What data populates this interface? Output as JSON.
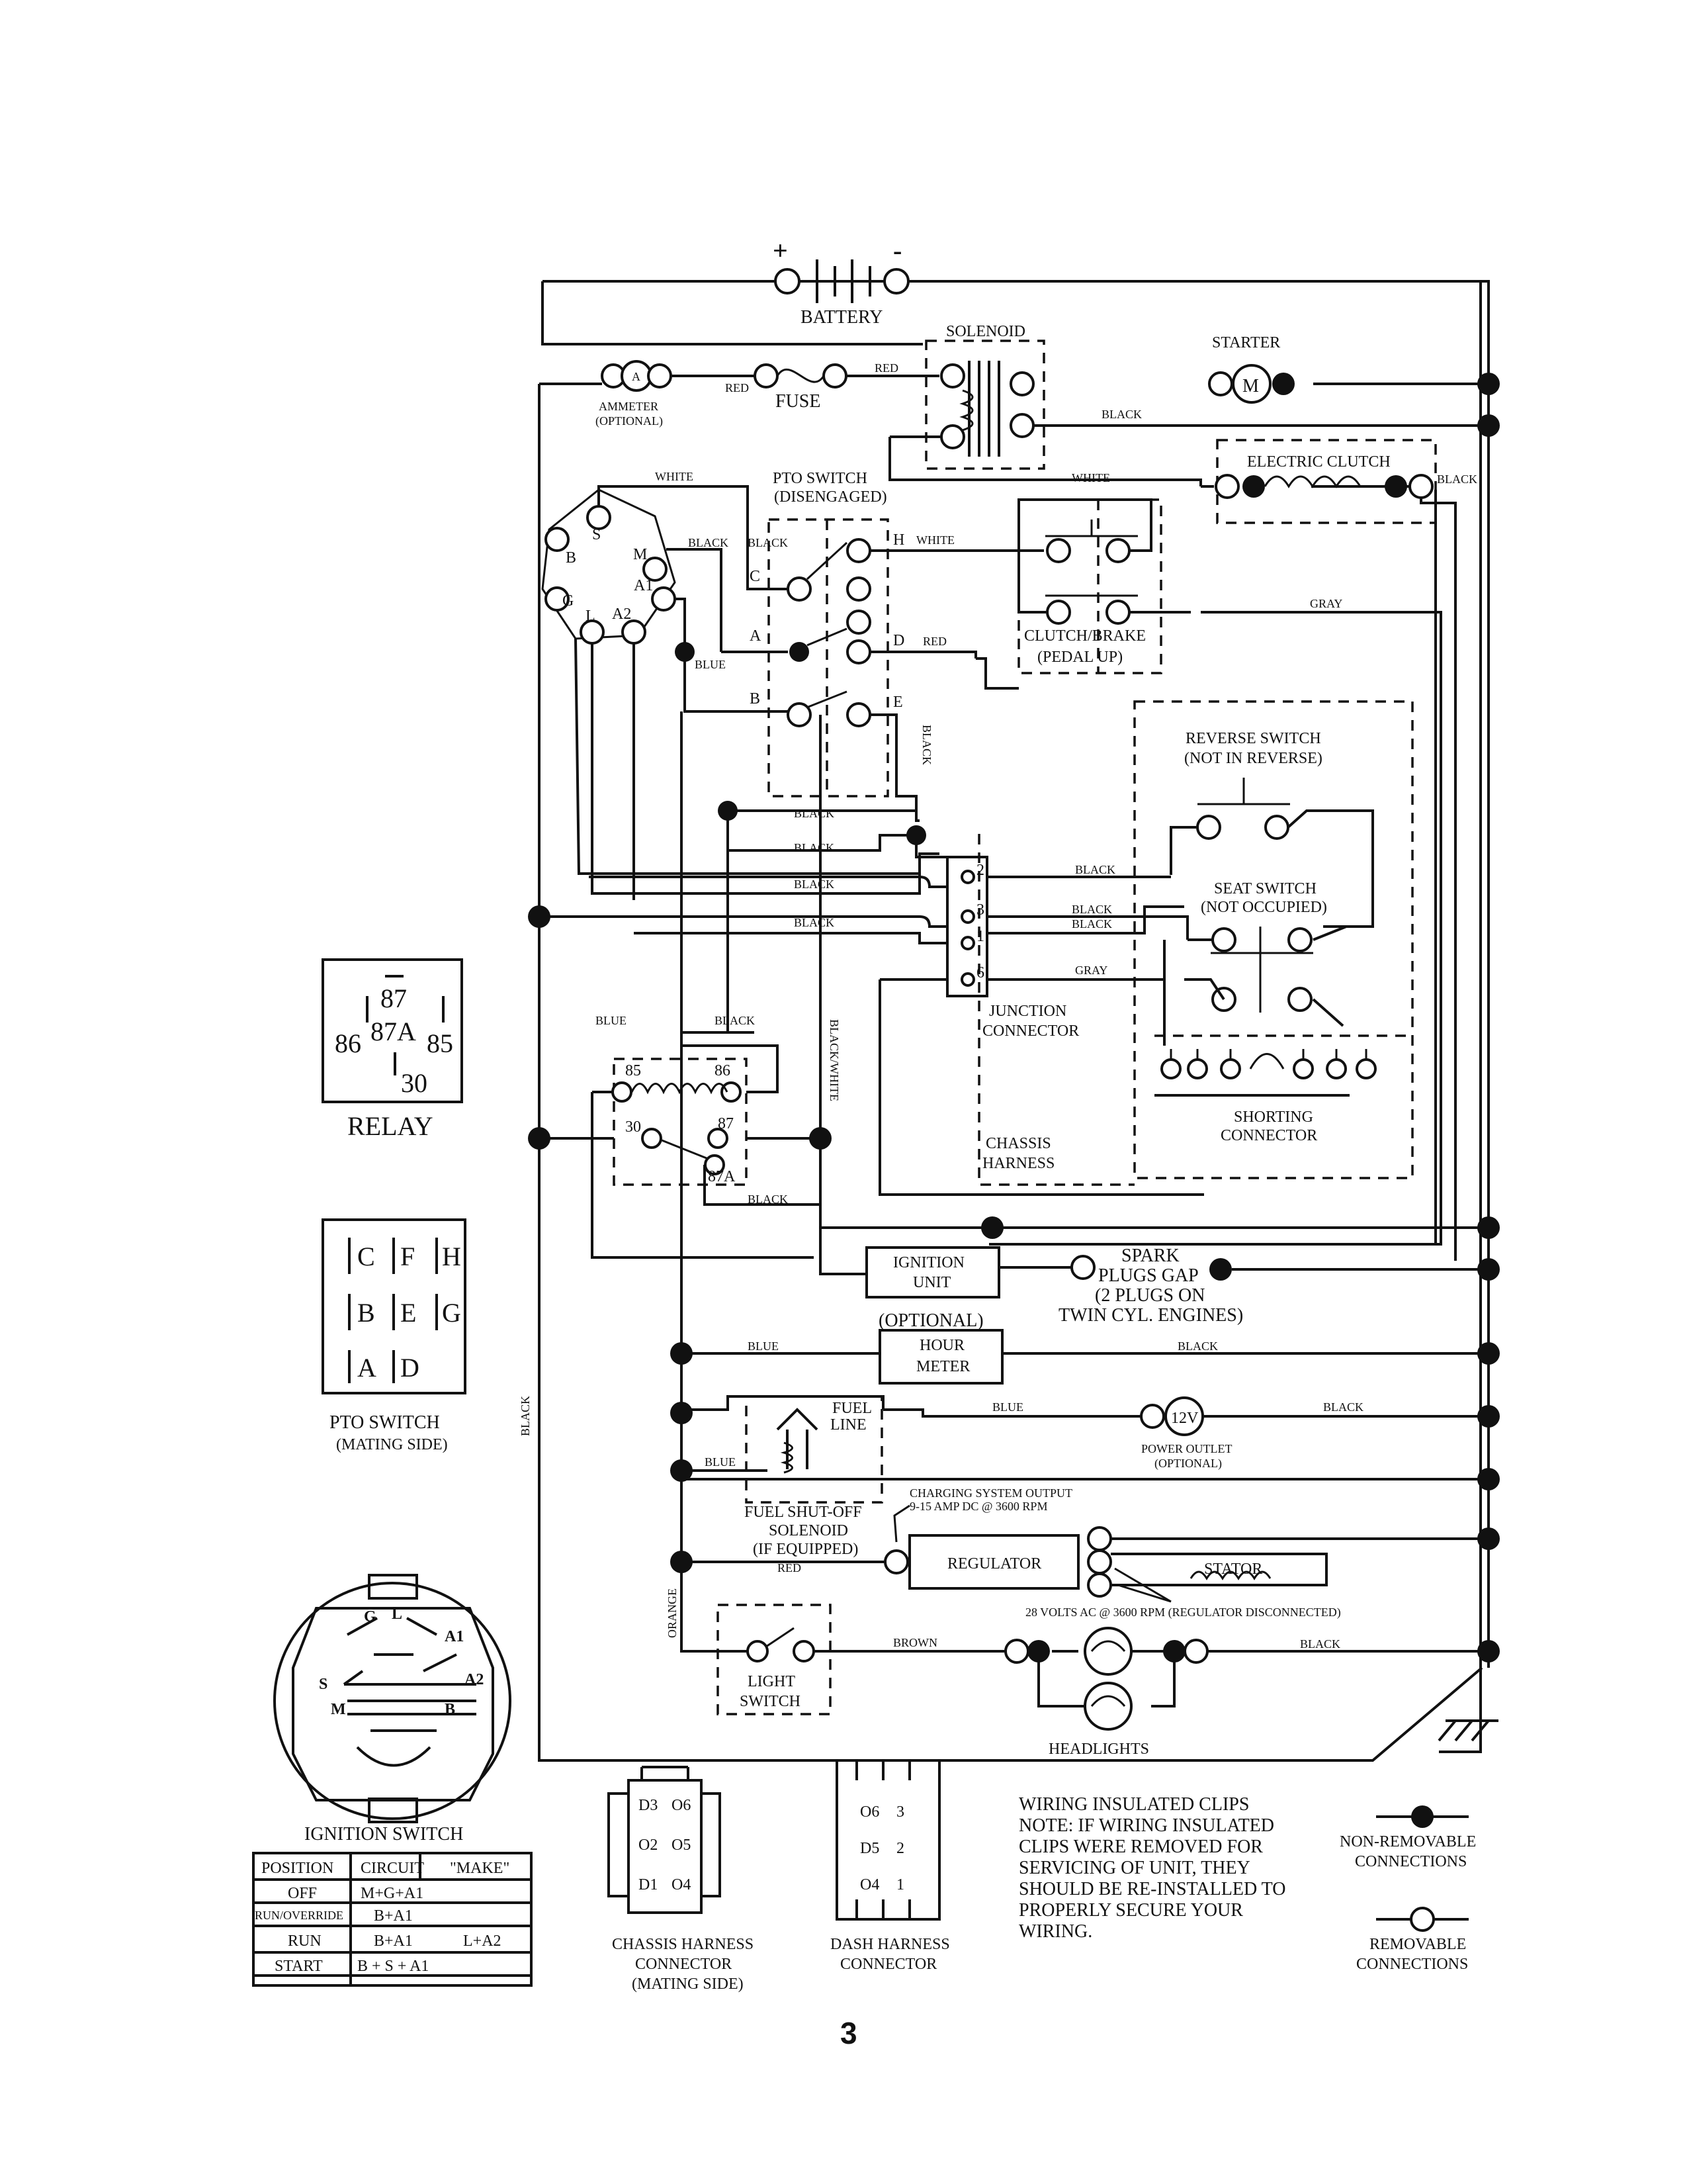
{
  "battery": {
    "label": "BATTERY",
    "plus": "+",
    "minus": "-"
  },
  "solenoid": {
    "label": "SOLENOID"
  },
  "starter": {
    "label": "STARTER",
    "symbol": "M"
  },
  "ammeter": {
    "label": "AMMETER",
    "note": "(OPTIONAL)",
    "symbol": "A"
  },
  "fuse": {
    "label": "FUSE"
  },
  "electric_clutch": {
    "label": "ELECTRIC CLUTCH"
  },
  "pto_switch": {
    "line1": "PTO SWITCH",
    "line2": "(DISENGAGED)",
    "terminals": [
      "C",
      "H",
      "A",
      "D",
      "B",
      "E"
    ]
  },
  "clutch_brake": {
    "line1": "CLUTCH/BRAKE",
    "line2": "(PEDAL UP)"
  },
  "reverse_switch": {
    "line1": "REVERSE SWITCH",
    "line2": "(NOT IN REVERSE)"
  },
  "seat_switch": {
    "line1": "SEAT SWITCH",
    "line2": "(NOT OCCUPIED)"
  },
  "junction": {
    "line1": "JUNCTION",
    "line2": "CONNECTOR",
    "pins": [
      "2",
      "3",
      "1",
      "6"
    ]
  },
  "shorting": {
    "line1": "SHORTING",
    "line2": "CONNECTOR"
  },
  "chassis_harness": {
    "line1": "CHASSIS",
    "line2": "HARNESS"
  },
  "ignition_terminals": [
    "S",
    "B",
    "M",
    "A1",
    "G",
    "L",
    "A2"
  ],
  "relay_pins": [
    "85",
    "86",
    "30",
    "87",
    "87A"
  ],
  "relay_legend": {
    "title": "RELAY",
    "pins": [
      "87",
      "87A",
      "86",
      "85",
      "30"
    ]
  },
  "pto_legend": {
    "title": "PTO SWITCH",
    "subtitle": "(MATING SIDE)",
    "cells": [
      "C",
      "F",
      "H",
      "B",
      "E",
      "G",
      "A",
      "D"
    ]
  },
  "ignition_switch": {
    "title": "IGNITION SWITCH",
    "face_labels": [
      "G",
      "L",
      "A1",
      "S",
      "A2",
      "M",
      "B"
    ],
    "headers": [
      "POSITION",
      "CIRCUIT",
      "\"MAKE\""
    ],
    "rows": [
      {
        "pos": "OFF",
        "circuit": "M+G+A1",
        "extra": ""
      },
      {
        "pos": "RUN/OVERRIDE",
        "circuit": "B+A1",
        "extra": ""
      },
      {
        "pos": "RUN",
        "circuit": "B+A1",
        "extra": "L+A2"
      },
      {
        "pos": "START",
        "circuit": "B + S + A1",
        "extra": ""
      }
    ]
  },
  "ignition_unit": {
    "line1": "IGNITION",
    "line2": "UNIT"
  },
  "spark_plugs": {
    "lines": [
      "SPARK",
      "PLUGS GAP",
      "(2 PLUGS ON",
      "TWIN CYL. ENGINES)"
    ]
  },
  "hour_meter": {
    "note": "(OPTIONAL)",
    "line1": "HOUR",
    "line2": "METER"
  },
  "fuel_line": {
    "line1": "FUEL",
    "line2": "LINE"
  },
  "power_outlet": {
    "symbol": "12V",
    "line1": "POWER OUTLET",
    "line2": "(OPTIONAL)"
  },
  "fuel_solenoid": {
    "lines": [
      "FUEL SHUT-OFF",
      "SOLENOID",
      "(IF EQUIPPED)"
    ]
  },
  "charging_note": {
    "line1": "CHARGING SYSTEM OUTPUT",
    "line2": "9-15 AMP DC @ 3600 RPM"
  },
  "regulator": {
    "label": "REGULATOR"
  },
  "stator": {
    "label": "STATOR"
  },
  "volts_note": "28 VOLTS AC @ 3600 RPM (REGULATOR DISCONNECTED)",
  "light_switch": {
    "line1": "LIGHT",
    "line2": "SWITCH"
  },
  "headlights": {
    "label": "HEADLIGHTS"
  },
  "wire_labels": {
    "red": "RED",
    "black": "BLACK",
    "white": "WHITE",
    "blue": "BLUE",
    "gray": "GRAY",
    "brown": "BROWN",
    "orange": "ORANGE",
    "black_white": "BLACK/WHITE"
  },
  "chassis_connector": {
    "lines": [
      "CHASSIS HARNESS",
      "CONNECTOR",
      "(MATING SIDE)"
    ],
    "pins": [
      "D3",
      "O6",
      "O2",
      "O5",
      "D1",
      "O4"
    ]
  },
  "dash_connector": {
    "lines": [
      "DASH HARNESS",
      "CONNECTOR"
    ],
    "pins": [
      "O6",
      "3",
      "D5",
      "2",
      "O4",
      "1"
    ]
  },
  "clips_note": {
    "lines": [
      "WIRING INSULATED CLIPS",
      "NOTE: IF WIRING INSULATED",
      "CLIPS WERE REMOVED FOR",
      "SERVICING OF UNIT, THEY",
      "SHOULD BE RE-INSTALLED TO",
      "PROPERLY SECURE YOUR",
      "WIRING."
    ]
  },
  "legend": {
    "non_removable": [
      "NON-REMOVABLE",
      "CONNECTIONS"
    ],
    "removable": [
      "REMOVABLE",
      "CONNECTIONS"
    ]
  },
  "page_number": "3"
}
